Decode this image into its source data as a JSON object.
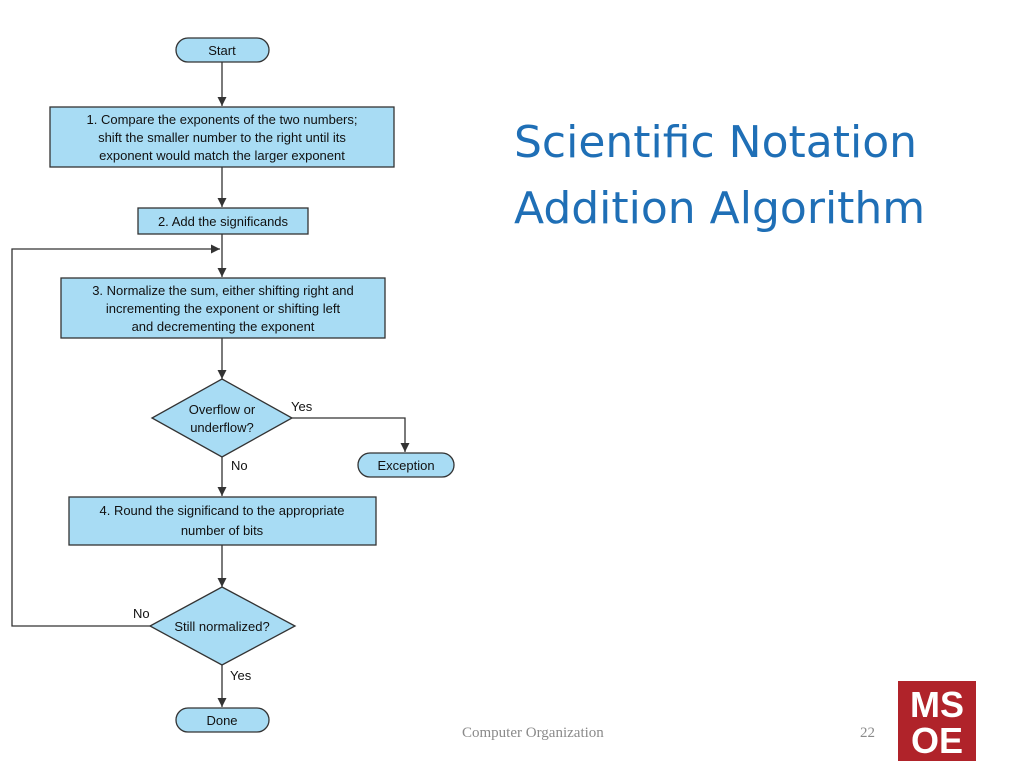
{
  "slide": {
    "title_line1": "Scientific Notation",
    "title_line2": "Addition Algorithm",
    "footer_course": "Computer Organization",
    "footer_page": "22",
    "logo_text_top": "MS",
    "logo_text_bottom": "OE"
  },
  "flowchart": {
    "start": "Start",
    "step1": [
      "1.  Compare the exponents of the two numbers;",
      "shift the smaller number to the right until its",
      "exponent would match the larger exponent"
    ],
    "step2": "2. Add the significands",
    "step3": [
      "3. Normalize the sum, either shifting right and",
      "incrementing the exponent or shifting left",
      "and decrementing the exponent"
    ],
    "decision1": [
      "Overflow or",
      "underflow?"
    ],
    "decision1_yes": "Yes",
    "decision1_no": "No",
    "exception": "Exception",
    "step4": [
      "4. Round the significand to the appropriate",
      "number of bits"
    ],
    "decision2": "Still normalized?",
    "decision2_no": "No",
    "decision2_yes": "Yes",
    "done": "Done"
  },
  "colors": {
    "box_fill": "#a8dcf4",
    "stroke": "#333333",
    "title": "#1f6fb6",
    "logo_red": "#b0232a"
  }
}
